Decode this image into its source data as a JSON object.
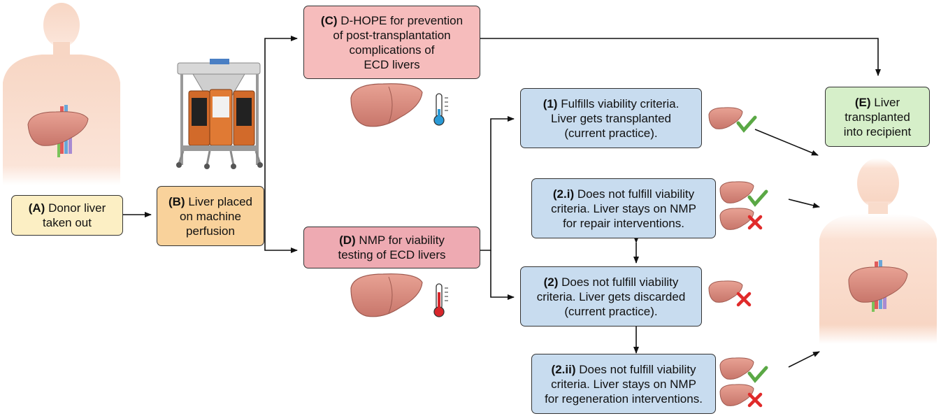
{
  "boxes": {
    "A": {
      "tag": "(A)",
      "text1": "Donor liver",
      "text2": "taken out"
    },
    "B": {
      "tag": "(B)",
      "text1": "Liver placed",
      "text2": "on machine",
      "text3": "perfusion"
    },
    "C": {
      "tag": "(C)",
      "text1": "D-HOPE for prevention",
      "text2": "of post-transplantation",
      "text3": "complications of",
      "text4": "ECD livers"
    },
    "D": {
      "tag": "(D)",
      "text1": "NMP for viability",
      "text2": "testing of ECD livers"
    },
    "E": {
      "tag": "(E)",
      "text1": "Liver",
      "text2": "transplanted",
      "text3": "into recipient"
    },
    "n1": {
      "tag": "(1)",
      "text1": "Fulfills viability criteria.",
      "text2": "Liver gets transplanted",
      "text3": "(current practice)."
    },
    "n2i": {
      "tag": "(2.i)",
      "text1": "Does not fulfill viability",
      "text2": "criteria. Liver stays on NMP",
      "text3": "for repair interventions."
    },
    "n2": {
      "tag": "(2)",
      "text1": "Does not fulfill viability",
      "text2": "criteria. Liver gets discarded",
      "text3": "(current practice)."
    },
    "n2ii": {
      "tag": "(2.ii)",
      "text1": "Does not fulfill viability",
      "text2": "criteria. Liver stays on NMP",
      "text3": "for regeneration interventions."
    }
  },
  "colors": {
    "cold_thermometer": "#2a9ad6",
    "warm_thermometer": "#d8262b",
    "check": "#5aa845",
    "cross": "#e02a2a",
    "liver": "#d98b80"
  },
  "icons": [
    "human-body-icon",
    "perfusion-machine-icon",
    "liver-icon",
    "thermometer-icon",
    "check-icon",
    "cross-icon"
  ]
}
